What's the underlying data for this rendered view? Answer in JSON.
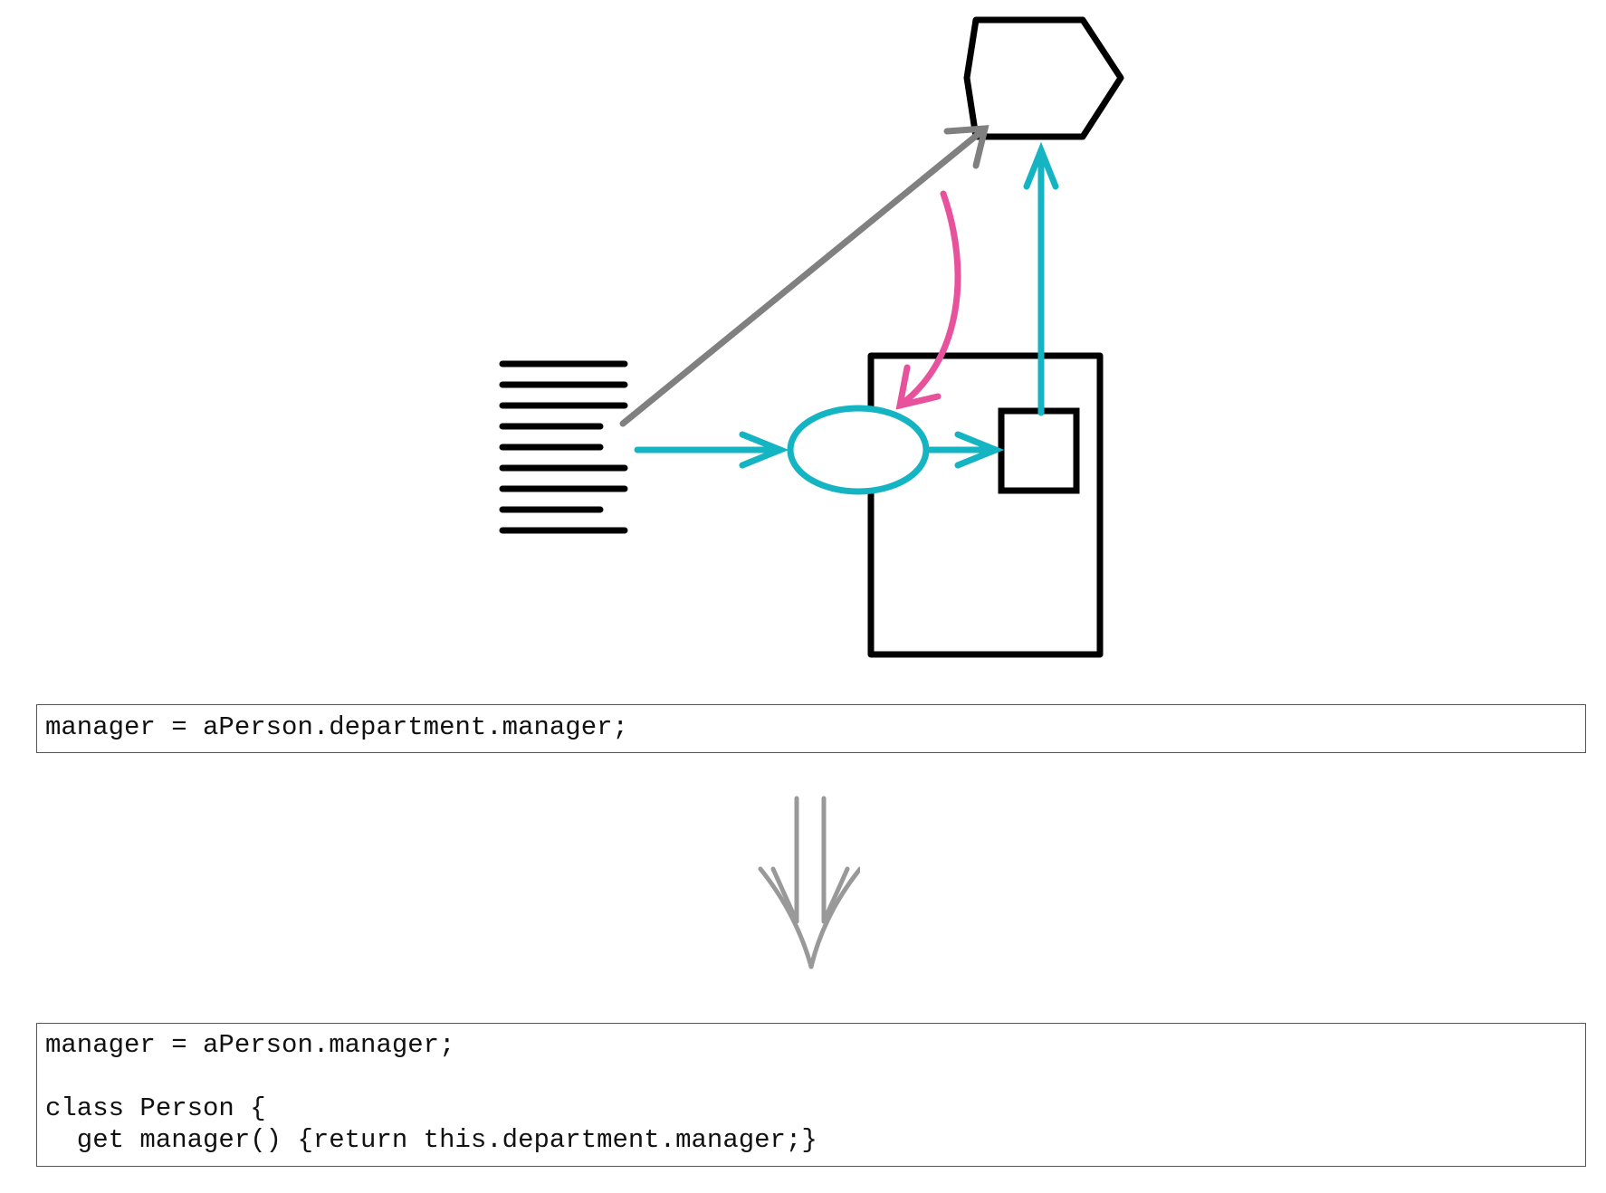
{
  "code_before": {
    "lines": [
      "manager = aPerson.department.manager;"
    ]
  },
  "code_after": {
    "lines": [
      "manager = aPerson.manager;",
      "",
      "class Person {",
      "  get manager() {return this.department.manager;}"
    ]
  },
  "colors": {
    "outline": "#000000",
    "gray_arrow": "#808080",
    "teal": "#14b4c3",
    "pink": "#e8519b",
    "transform_arrow": "#999999",
    "box_border": "#555555"
  },
  "icons": {
    "client_code": "text-lines-icon",
    "target_object": "hexagon-icon",
    "host_class": "rectangle-icon",
    "method": "ellipse-icon",
    "field": "square-icon",
    "transform": "double-down-arrow-icon"
  }
}
